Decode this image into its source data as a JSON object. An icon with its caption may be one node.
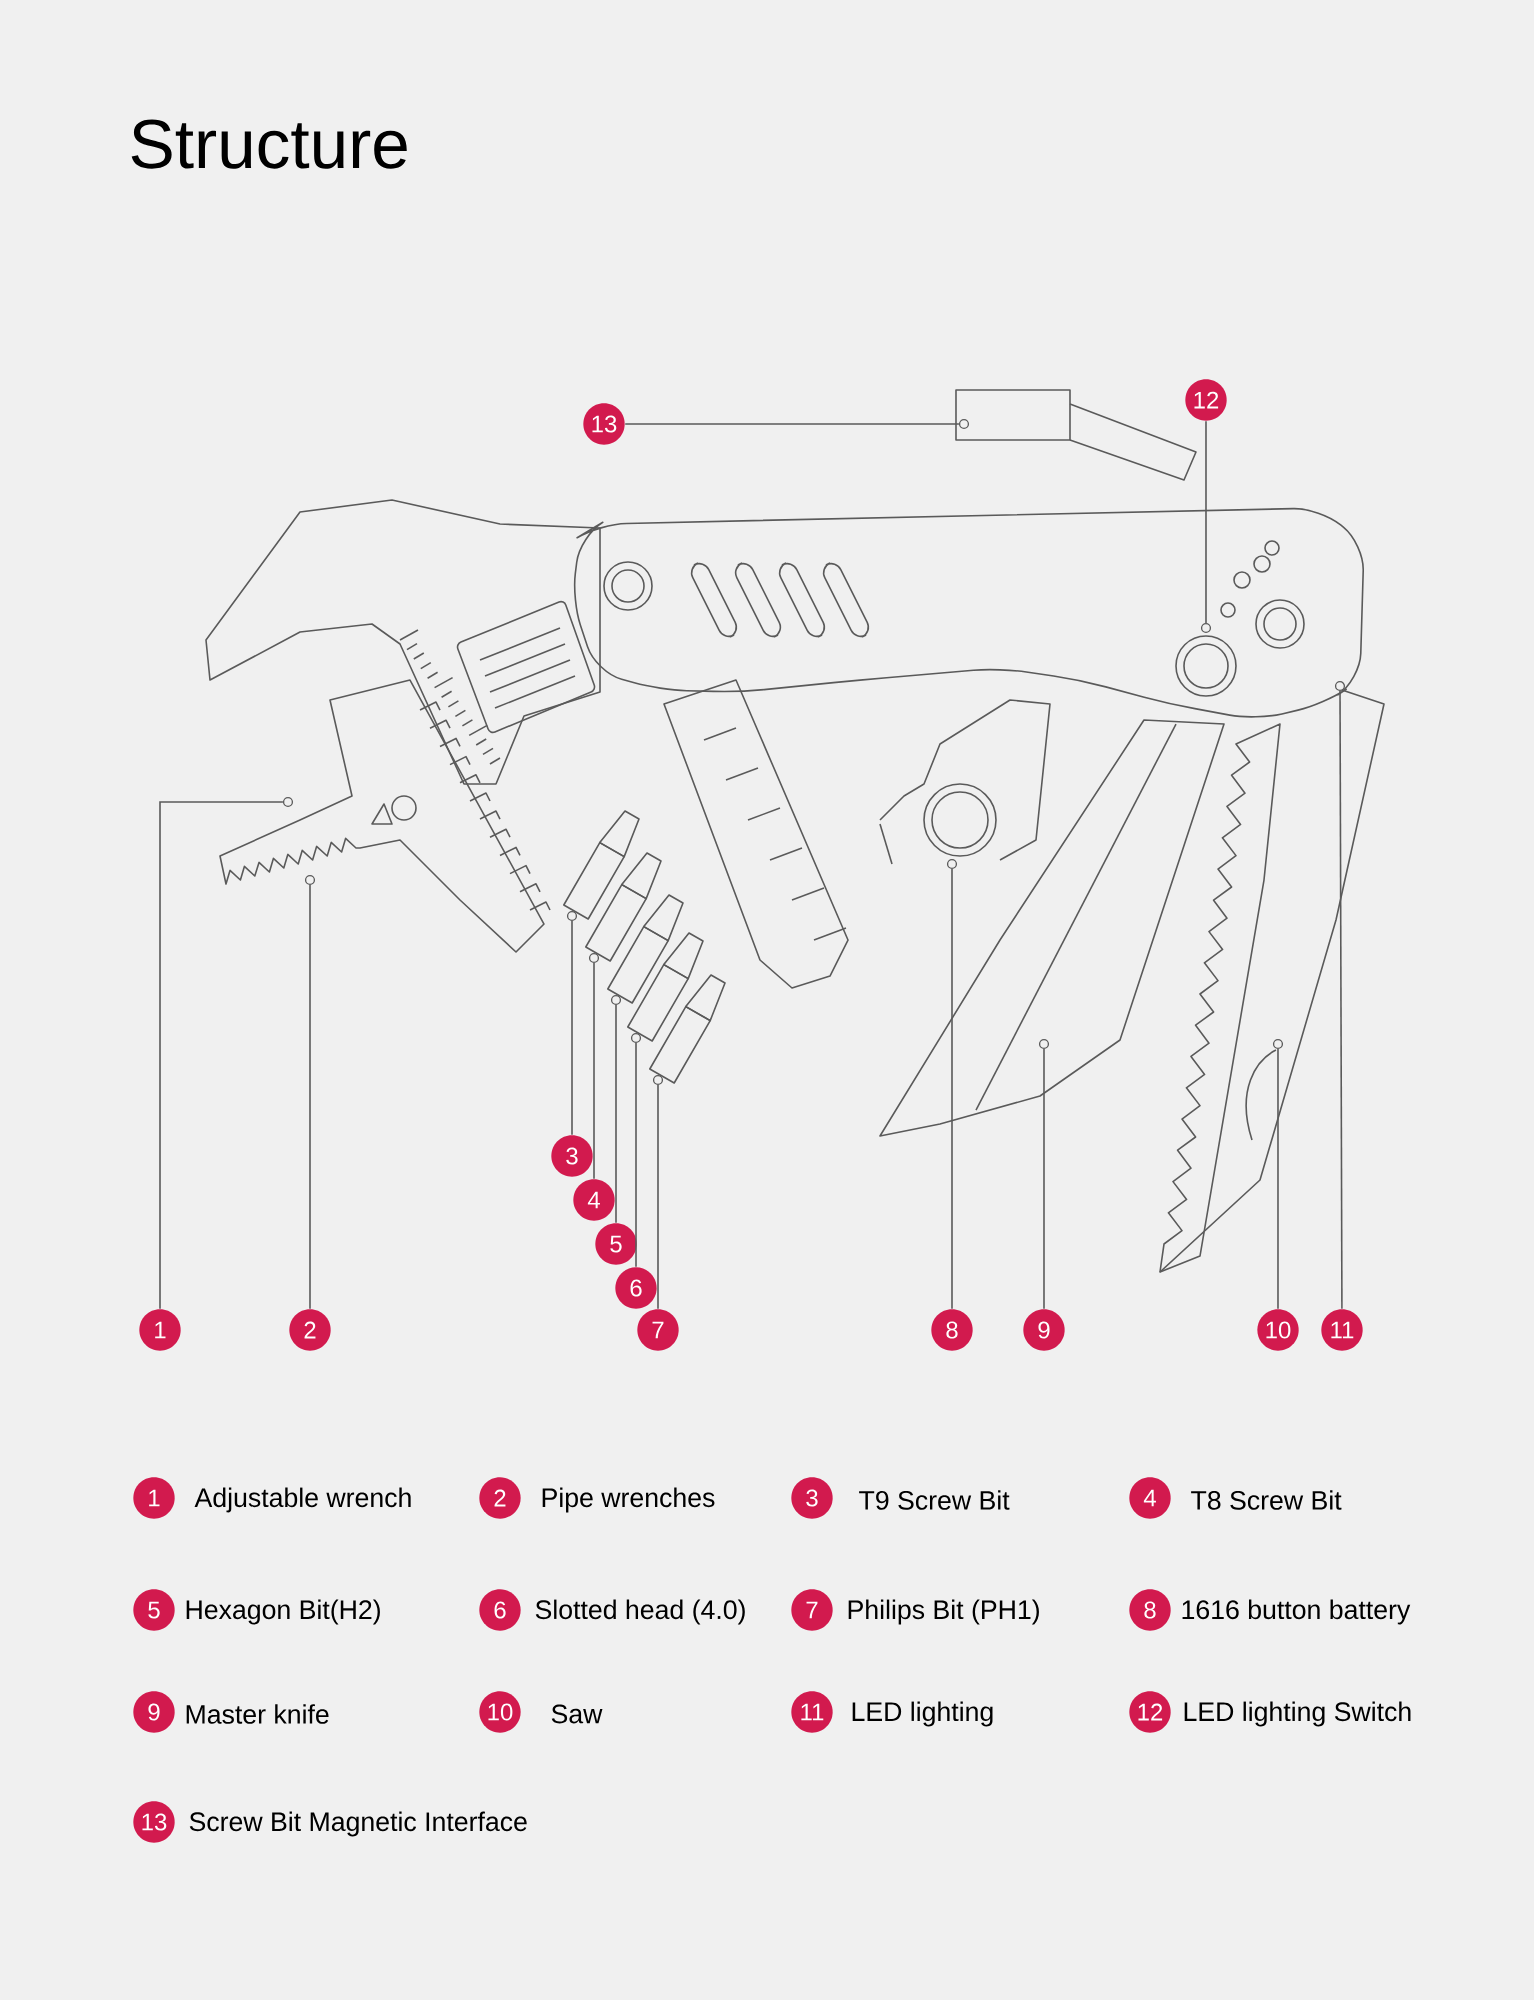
{
  "diagram": {
    "title": "Structure",
    "nodes": [
      {
        "text": [
          "1"
        ]
      },
      {
        "text": [
          "2"
        ]
      },
      {
        "text": [
          "3"
        ]
      },
      {
        "text": [
          "4"
        ]
      },
      {
        "text": [
          "5"
        ]
      },
      {
        "text": [
          "6"
        ]
      },
      {
        "text": [
          "7"
        ]
      },
      {
        "text": [
          "8"
        ]
      },
      {
        "text": [
          "9"
        ]
      },
      {
        "text": [
          "10"
        ]
      },
      {
        "text": [
          "11"
        ]
      },
      {
        "text": [
          "12"
        ]
      },
      {
        "text": [
          "13"
        ]
      },
      {
        "text": [
          "1"
        ],
        "beside": [
          "Adjustable wrench"
        ]
      },
      {
        "text": [
          "2"
        ],
        "beside": [
          "Pipe wrenches"
        ]
      },
      {
        "text": [
          "3"
        ],
        "beside": [
          "T9 Screw Bit"
        ]
      },
      {
        "text": [
          "4"
        ],
        "beside": [
          "T8 Screw Bit"
        ]
      },
      {
        "text": [
          "5"
        ],
        "beside": [
          "Hexagon Bit(H2)"
        ]
      },
      {
        "text": [
          "6"
        ],
        "beside": [
          "Slotted head (4.0)"
        ]
      },
      {
        "text": [
          "7"
        ],
        "beside": [
          "Philips Bit (PH1)"
        ]
      },
      {
        "text": [
          "8"
        ],
        "beside": [
          "1616 button battery"
        ]
      },
      {
        "text": [
          "9"
        ],
        "beside": [
          "Master knife"
        ]
      },
      {
        "text": [
          "10"
        ],
        "beside": [
          "Saw"
        ]
      },
      {
        "text": [
          "11"
        ],
        "beside": [
          "LED lighting"
        ]
      },
      {
        "text": [
          "12"
        ],
        "beside": [
          "LED lighting Switch"
        ]
      },
      {
        "text": [
          "13"
        ],
        "beside": [
          "Screw Bit Magnetic Interface"
        ]
      },
      {
        "text": [],
        "shape": "circle"
      },
      {
        "text": [],
        "shape": "circle"
      },
      {
        "text": [],
        "shape": "circle"
      },
      {
        "text": [],
        "shape": "circle"
      },
      {
        "text": [],
        "shape": "circle"
      },
      {
        "text": [],
        "shape": "circle"
      },
      {
        "text": [],
        "shape": "circle"
      },
      {
        "text": [],
        "shape": "circle"
      },
      {
        "text": [],
        "shape": "circle"
      },
      {
        "text": [],
        "shape": "circle"
      },
      {
        "text": [],
        "shape": "circle"
      },
      {
        "text": [],
        "shape": "circle"
      },
      {
        "text": [],
        "shape": "circle"
      }
    ],
    "edges": [
      {
        "from": 0,
        "to": 26,
        "arrow": "none"
      },
      {
        "from": 1,
        "to": 27,
        "arrow": "none"
      },
      {
        "from": 2,
        "to": 28,
        "arrow": "none"
      },
      {
        "from": 3,
        "to": 29,
        "arrow": "none"
      },
      {
        "from": 4,
        "to": 30,
        "arrow": "none"
      },
      {
        "from": 5,
        "to": 31,
        "arrow": "none"
      },
      {
        "from": 6,
        "to": 32,
        "arrow": "none"
      },
      {
        "from": 7,
        "to": 33,
        "arrow": "none"
      },
      {
        "from": 8,
        "to": 34,
        "arrow": "none"
      },
      {
        "from": 9,
        "to": 35,
        "arrow": "none"
      },
      {
        "from": 10,
        "to": 36,
        "arrow": "none"
      },
      {
        "from": 11,
        "to": 37,
        "arrow": "none"
      },
      {
        "from": 12,
        "to": 38,
        "arrow": "none"
      }
    ]
  }
}
